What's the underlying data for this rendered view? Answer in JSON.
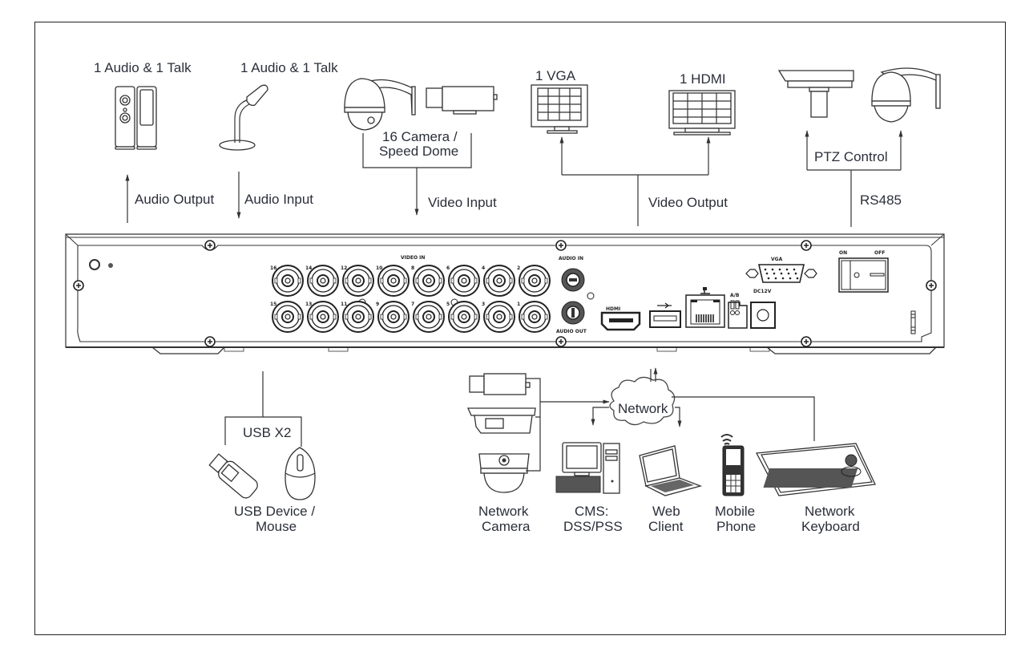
{
  "diagram": {
    "title_labels": {
      "speakers": "1 Audio  & 1 Talk",
      "microphone": "1 Audio & 1 Talk",
      "cameras_line1": "16  Camera /",
      "cameras_line2": "Speed Dome",
      "vga": "1 VGA",
      "hdmi": "1 HDMI",
      "ptz": "PTZ Control"
    },
    "connections": {
      "audio_output": "Audio  Output",
      "audio_input": "Audio  Input",
      "video_input": "Video Input",
      "video_output": "Video Output",
      "rs485": "RS485",
      "usb": "USB X2",
      "network": "Network"
    },
    "dvr_panel": {
      "video_in": "VIDEO IN",
      "audio_in": "AUDIO IN",
      "audio_out": "AUDIO OUT",
      "vga": "VGA",
      "hdmi": "HDMI",
      "ab": "A/B",
      "dc": "DC12V",
      "on": "ON",
      "off": "OFF",
      "bnc_top": [
        "16",
        "14",
        "12",
        "10",
        "8",
        "6",
        "4",
        "2"
      ],
      "bnc_bottom": [
        "15",
        "13",
        "11",
        "9",
        "7",
        "5",
        "3",
        "1"
      ]
    },
    "bottom_devices": {
      "usb_device_line1": "USB Device /",
      "usb_device_line2": "Mouse",
      "network_camera_line1": "Network",
      "network_camera_line2": "Camera",
      "cms_line1": "CMS:",
      "cms_line2": "DSS/PSS",
      "web_line1": "Web",
      "web_line2": "Client",
      "mobile_line1": "Mobile",
      "mobile_line2": "Phone",
      "keyboard_line1": "Network",
      "keyboard_line2": "Keyboard"
    }
  }
}
